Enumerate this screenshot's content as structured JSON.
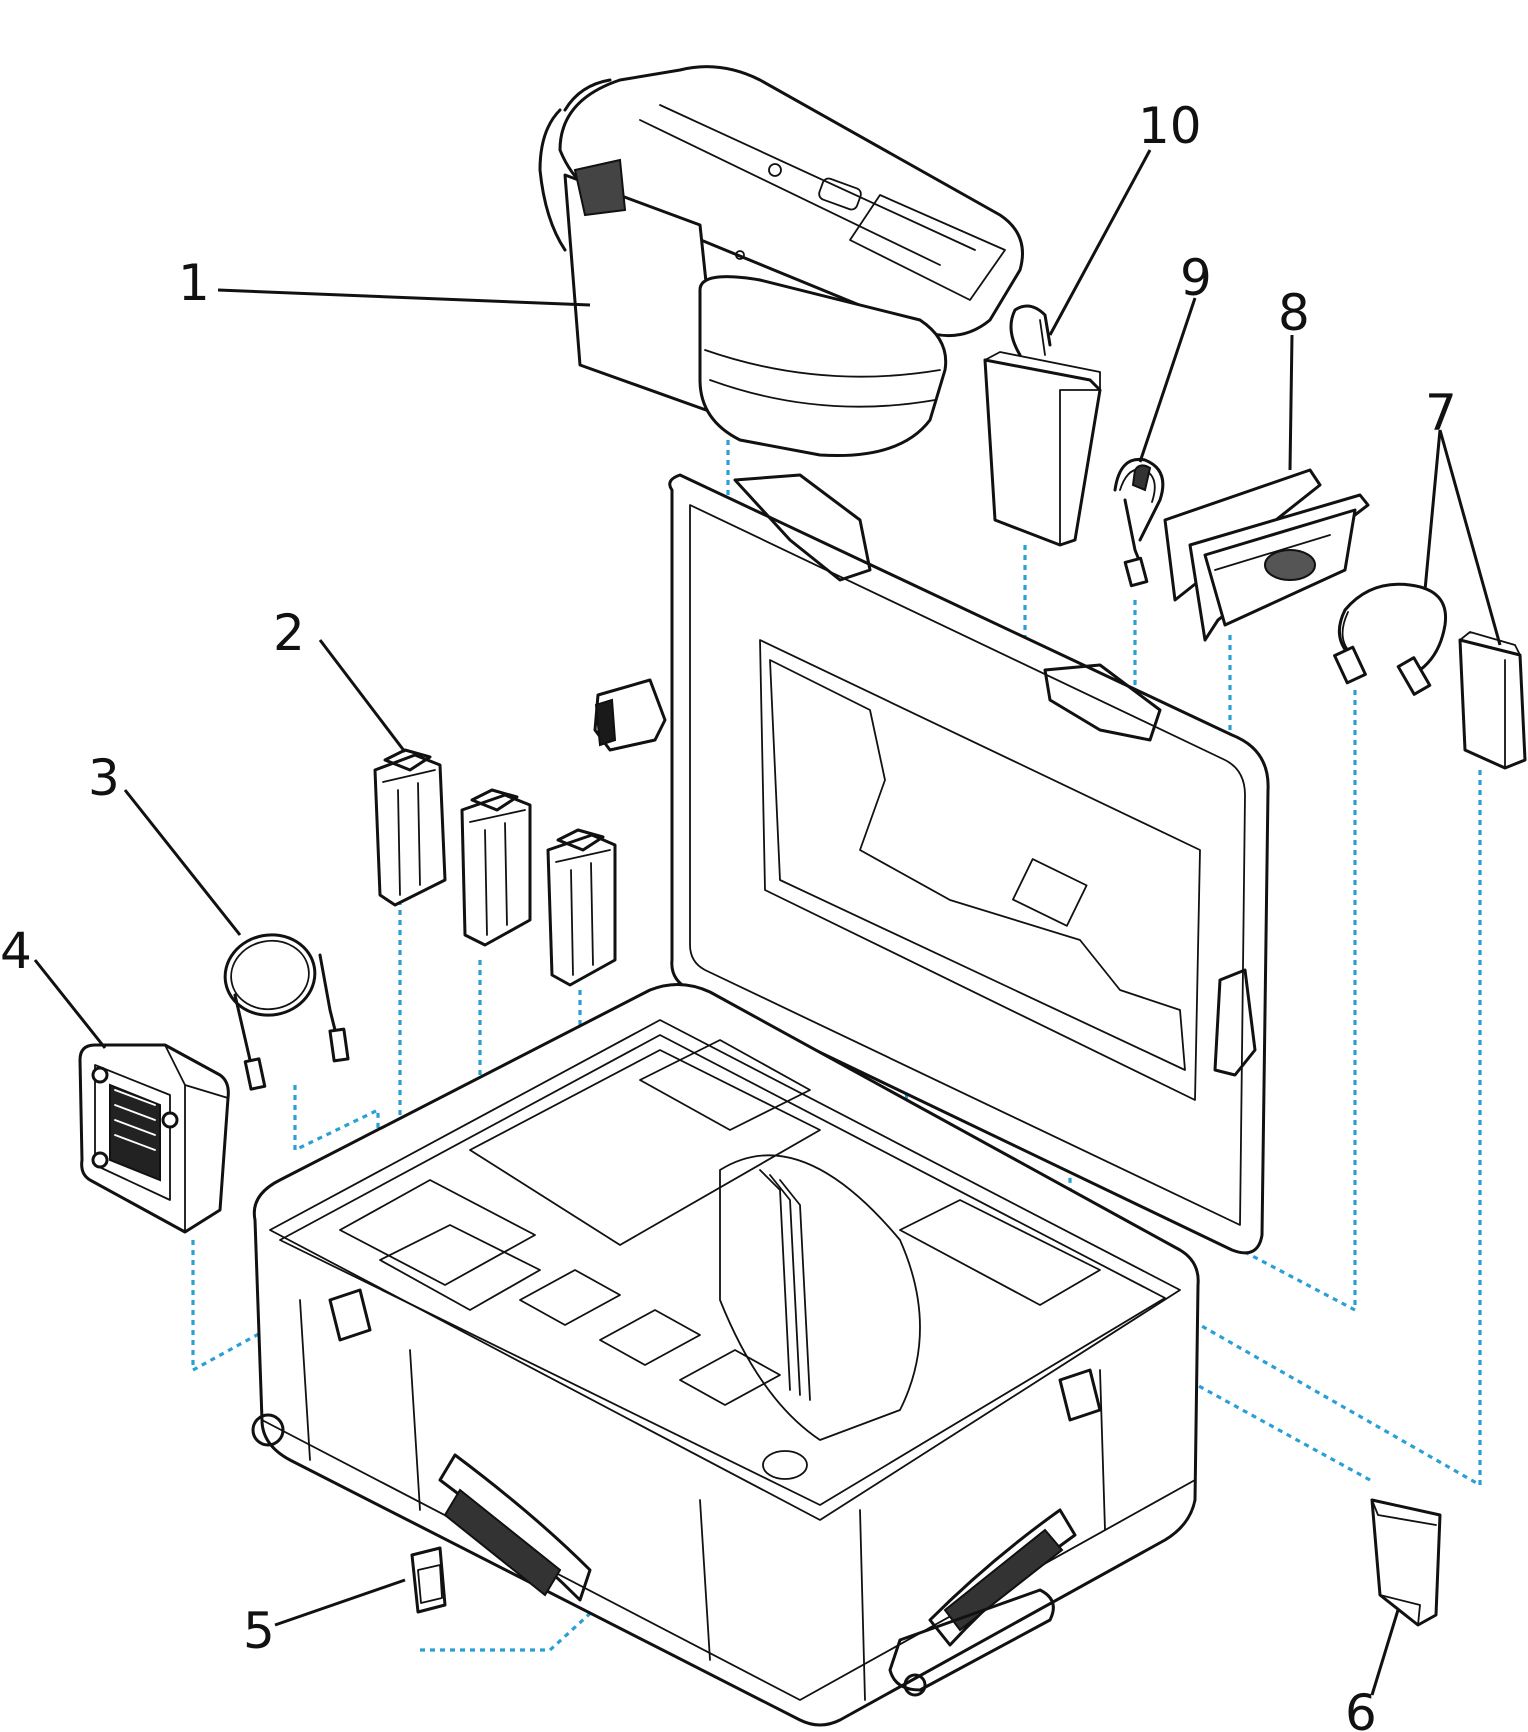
{
  "colors": {
    "ink": "#111111",
    "guide": "#2a9fd6",
    "background": "#ffffff"
  },
  "callouts": [
    {
      "id": "1",
      "label": "1"
    },
    {
      "id": "2",
      "label": "2"
    },
    {
      "id": "3",
      "label": "3"
    },
    {
      "id": "4",
      "label": "4"
    },
    {
      "id": "5",
      "label": "5"
    },
    {
      "id": "6",
      "label": "6"
    },
    {
      "id": "7",
      "label": "7"
    },
    {
      "id": "8",
      "label": "8"
    },
    {
      "id": "9",
      "label": "9"
    },
    {
      "id": "10",
      "label": "10"
    }
  ],
  "parts_icons": {
    "1": "laser-scanner-icon",
    "2": "battery-icon",
    "3": "cable-icon",
    "4": "battery-charger-icon",
    "5": "sd-card-icon",
    "6": "cleaning-cloth-icon",
    "7": "usb-cable-and-drive-icon",
    "8": "manual-booklet-icon",
    "9": "power-cord-icon",
    "10": "power-adapter-icon"
  }
}
